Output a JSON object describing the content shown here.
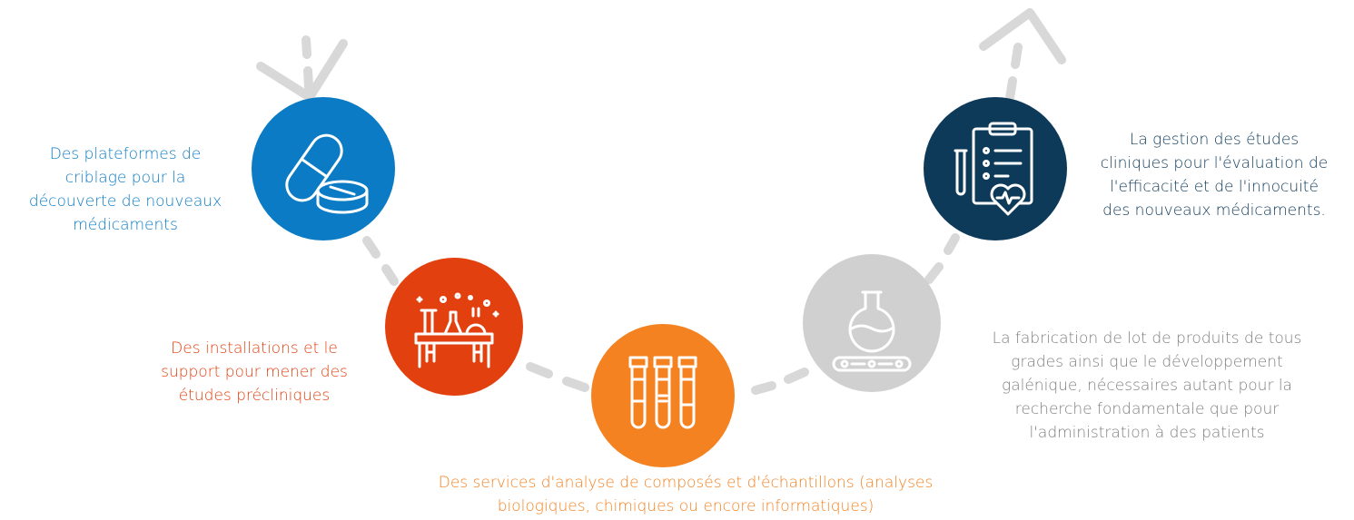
{
  "colors": {
    "path": "#d8d8d8",
    "step1": "#0a7bc4",
    "step2": "#e2410f",
    "step3": "#f58220",
    "step4": "#d0d0d0",
    "step5": "#0e3a5a",
    "icon": "#ffffff"
  },
  "steps": [
    {
      "icon": "pill-capsule-icon",
      "lines": [
        "Des plateformes de",
        "criblage pour la",
        "découverte de nouveaux",
        "médicaments"
      ]
    },
    {
      "icon": "lab-bench-icon",
      "lines": [
        "Des installations et le",
        "support pour mener des",
        "études précliniques"
      ]
    },
    {
      "icon": "test-tubes-icon",
      "lines": [
        "Des services d'analyse de composés et d'échantillons (analyses",
        "biologiques, chimiques ou encore informatiques)"
      ]
    },
    {
      "icon": "flask-conveyor-icon",
      "lines": [
        "La fabrication de lot de produits de tous",
        "grades ainsi que le développement",
        "galénique, nécessaires autant pour la",
        "recherche fondamentale que pour",
        "l'administration à des patients"
      ]
    },
    {
      "icon": "clipboard-heart-icon",
      "lines": [
        "La gestion des études",
        "cliniques pour l'évaluation de",
        "l'efficacité et de l'innocuité",
        "des nouveaux médicaments."
      ]
    }
  ]
}
